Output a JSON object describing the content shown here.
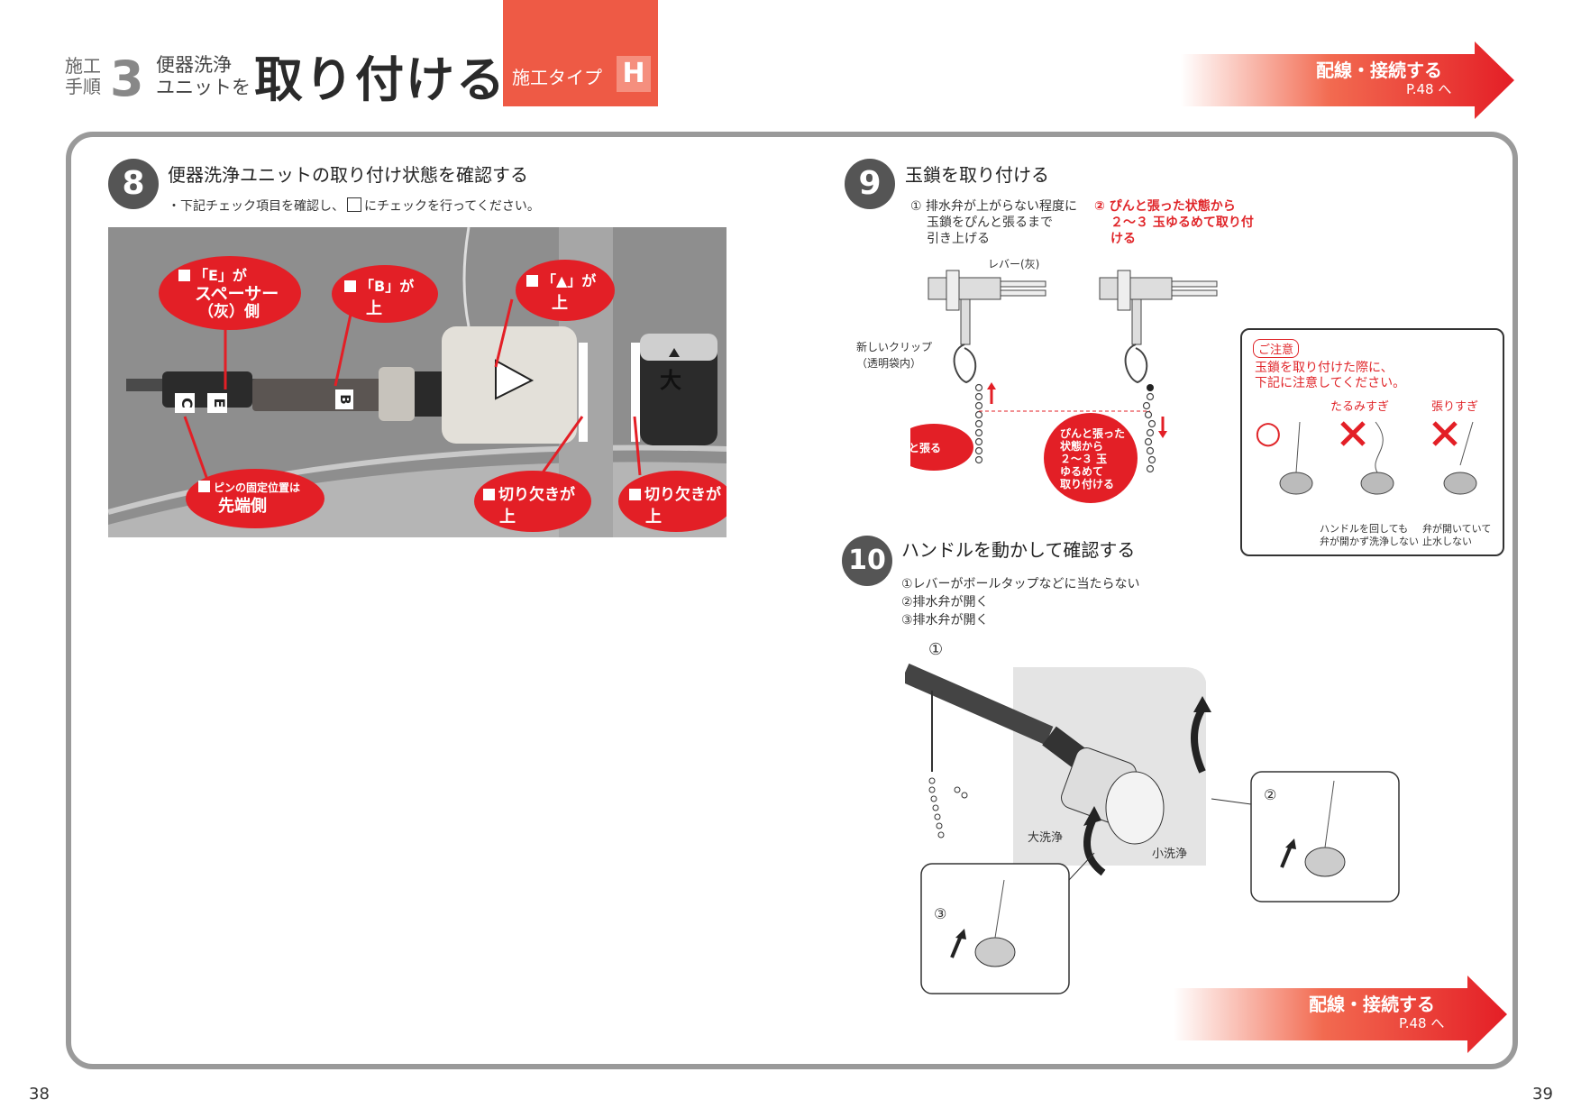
{
  "header": {
    "step_label_1": "施工",
    "step_label_2": "手順",
    "step_number": "3",
    "subtitle_1": "便器洗浄",
    "subtitle_2": "ユニットを",
    "title": "取り付ける",
    "type_label": "施工タイプ",
    "type_letter": "H"
  },
  "nav_arrows": [
    {
      "label": "配線・接続する",
      "page": "P.48 へ"
    },
    {
      "label": "配線・接続する",
      "page": "P.48 へ"
    }
  ],
  "step8": {
    "number": "8",
    "title": "便器洗浄ユニットの取り付け状態を確認する",
    "instruction_pre": "・下記チェック項目を確認し、",
    "instruction_post": "にチェックを行ってください。",
    "photo_labels": {
      "e_mark": "E",
      "b_mark": "B",
      "c_mark": "C",
      "big": "大"
    },
    "callouts": [
      {
        "line1": "「E」が",
        "line2": "スペーサー",
        "line3": "（灰）側"
      },
      {
        "line1": "「B」が",
        "line2": "上"
      },
      {
        "line1": "「▲」が",
        "line2": "上"
      },
      {
        "line1": "ピンの固定位置は",
        "line2": "先端側"
      },
      {
        "line1": "切り欠きが",
        "line2": "上"
      },
      {
        "line1": "切り欠きが",
        "line2": "上"
      }
    ]
  },
  "step9": {
    "number": "9",
    "title": "玉鎖を取り付ける",
    "note1_1": "① 排水弁が上がらない程度に",
    "note1_2": "玉鎖をぴんと張るまで",
    "note1_3": "引き上げる",
    "note2_1": "② ぴんと張った状態から",
    "note2_2": "２～３ 玉ゆるめて取り付",
    "note2_3": "ける",
    "lever_label": "レバー(灰)",
    "clip_label_1": "新しいクリップ",
    "clip_label_2": "（透明袋内）",
    "bubble_taut": "ぴんと張る",
    "bubble_loose": [
      "ぴんと張った",
      "状態から",
      "２～３ 玉",
      "ゆるめて",
      "取り付ける"
    ]
  },
  "caution": {
    "badge": "ご注意",
    "text_1": "玉鎖を取り付けた際に、",
    "text_2": "下記に注意してください。",
    "col_ok": "○",
    "col_slack": "たるみすぎ",
    "col_tight": "張りすぎ",
    "cap_slack_1": "ハンドルを回しても",
    "cap_slack_2": "弁が開かず洗浄しない",
    "cap_tight_1": "弁が開いていて",
    "cap_tight_2": "止水しない"
  },
  "step10": {
    "number": "10",
    "title": "ハンドルを動かして確認する",
    "item1": "①レバーがボールタップなどに当たらない",
    "item2": "②排水弁が開く",
    "item3": "③排水弁が開く",
    "fig_marker_1": "①",
    "fig_marker_2": "②",
    "fig_marker_3": "③",
    "label_big": "大洗浄",
    "label_small": "小洗浄"
  },
  "page_numbers": {
    "left": "38",
    "right": "39"
  },
  "colors": {
    "accent_red": "#e31f26",
    "header_orange": "#ee5a45",
    "frame_gray": "#9a9a9a"
  }
}
